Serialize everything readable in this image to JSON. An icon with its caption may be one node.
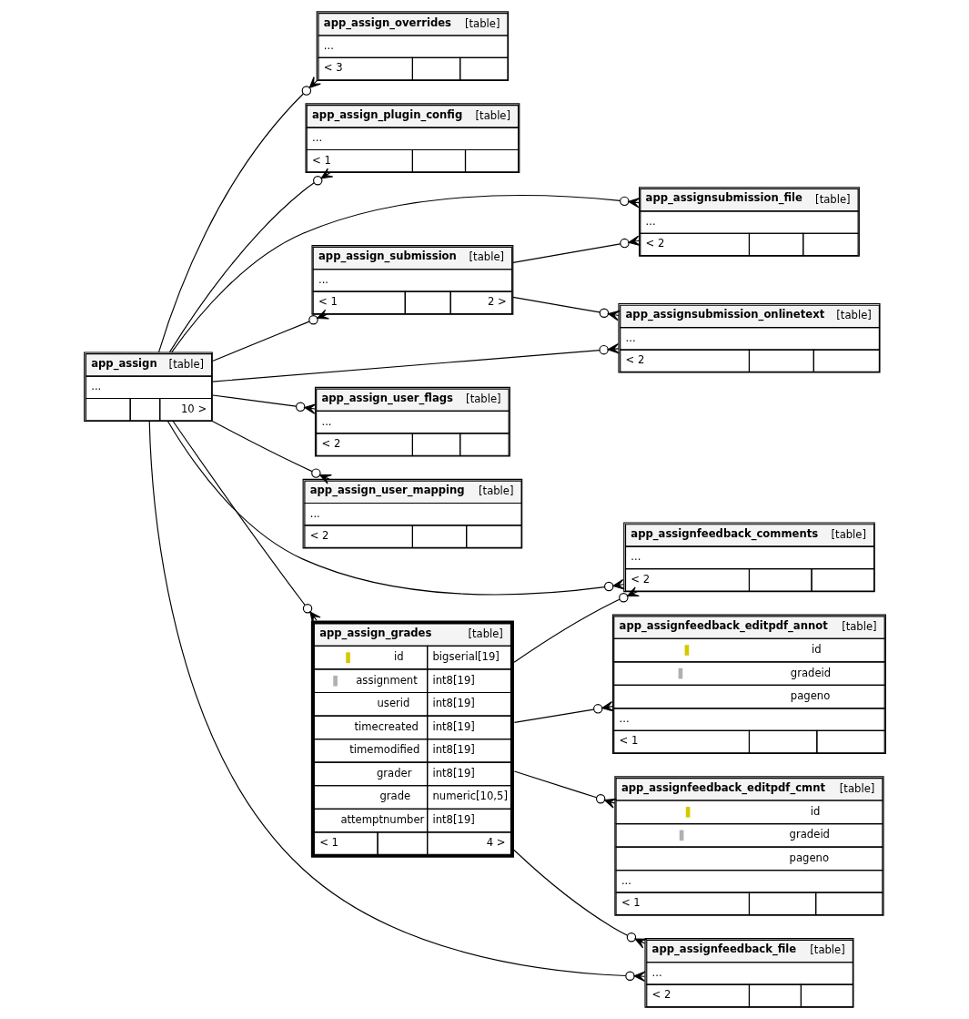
{
  "diagram": {
    "nodes": [
      {
        "text": [
          "app_assign_overrides",
          "[table]",
          "...",
          "< 3"
        ]
      },
      {
        "text": [
          "app_assign_plugin_config",
          "[table]",
          "...",
          "< 1"
        ]
      },
      {
        "text": [
          "app_assignsubmission_file",
          "[table]",
          "...",
          "< 2"
        ]
      },
      {
        "text": [
          "app_assign_submission",
          "[table]",
          "...",
          "< 1",
          "2 >"
        ]
      },
      {
        "text": [
          "app_assignsubmission_onlinetext",
          "[table]",
          "...",
          "< 2"
        ]
      },
      {
        "text": [
          "app_assign",
          "[table]",
          "...",
          "10 >"
        ]
      },
      {
        "text": [
          "app_assign_user_flags",
          "[table]",
          "...",
          "< 2"
        ]
      },
      {
        "text": [
          "app_assign_user_mapping",
          "[table]",
          "...",
          "< 2"
        ]
      },
      {
        "text": [
          "app_assignfeedback_comments",
          "[table]",
          "...",
          "< 2"
        ]
      },
      {
        "text": [
          "app_assignfeedback_editpdf_annot",
          "[table]",
          "id",
          "gradeid",
          "pageno",
          "...",
          "< 1"
        ]
      },
      {
        "text": [
          "app_assign_grades",
          "[table]",
          "id",
          "bigserial[19]",
          "assignment",
          "int8[19]",
          "userid",
          "int8[19]",
          "timecreated",
          "int8[19]",
          "timemodified",
          "int8[19]",
          "grader",
          "int8[19]",
          "grade",
          "numeric[10,5]",
          "attemptnumber",
          "int8[19]",
          "< 1",
          "4 >"
        ]
      },
      {
        "text": [
          "app_assignfeedback_editpdf_cmnt",
          "[table]",
          "id",
          "gradeid",
          "pageno",
          "...",
          "< 1"
        ]
      },
      {
        "text": [
          "app_assignfeedback_file",
          "[table]",
          "...",
          "< 2"
        ]
      }
    ],
    "edges": [
      {
        "from": 5,
        "to": 0,
        "arrow": "other"
      },
      {
        "from": 5,
        "to": 1,
        "arrow": "other"
      },
      {
        "from": 5,
        "to": 2,
        "arrow": "other"
      },
      {
        "from": 5,
        "to": 3,
        "arrow": "other"
      },
      {
        "from": 3,
        "to": 2,
        "arrow": "other"
      },
      {
        "from": 3,
        "to": 4,
        "arrow": "other"
      },
      {
        "from": 5,
        "to": 4,
        "arrow": "other"
      },
      {
        "from": 5,
        "to": 6,
        "arrow": "other"
      },
      {
        "from": 5,
        "to": 7,
        "arrow": "other"
      },
      {
        "from": 5,
        "to": 8,
        "arrow": "other"
      },
      {
        "from": 10,
        "to": 8,
        "arrow": "other"
      },
      {
        "from": 10,
        "to": 9,
        "arrow": "other"
      },
      {
        "from": 5,
        "to": 10,
        "arrow": "other"
      },
      {
        "from": 10,
        "to": 11,
        "arrow": "other"
      },
      {
        "from": 10,
        "to": 12,
        "arrow": "other"
      },
      {
        "from": 5,
        "to": 12,
        "arrow": "other"
      }
    ]
  }
}
